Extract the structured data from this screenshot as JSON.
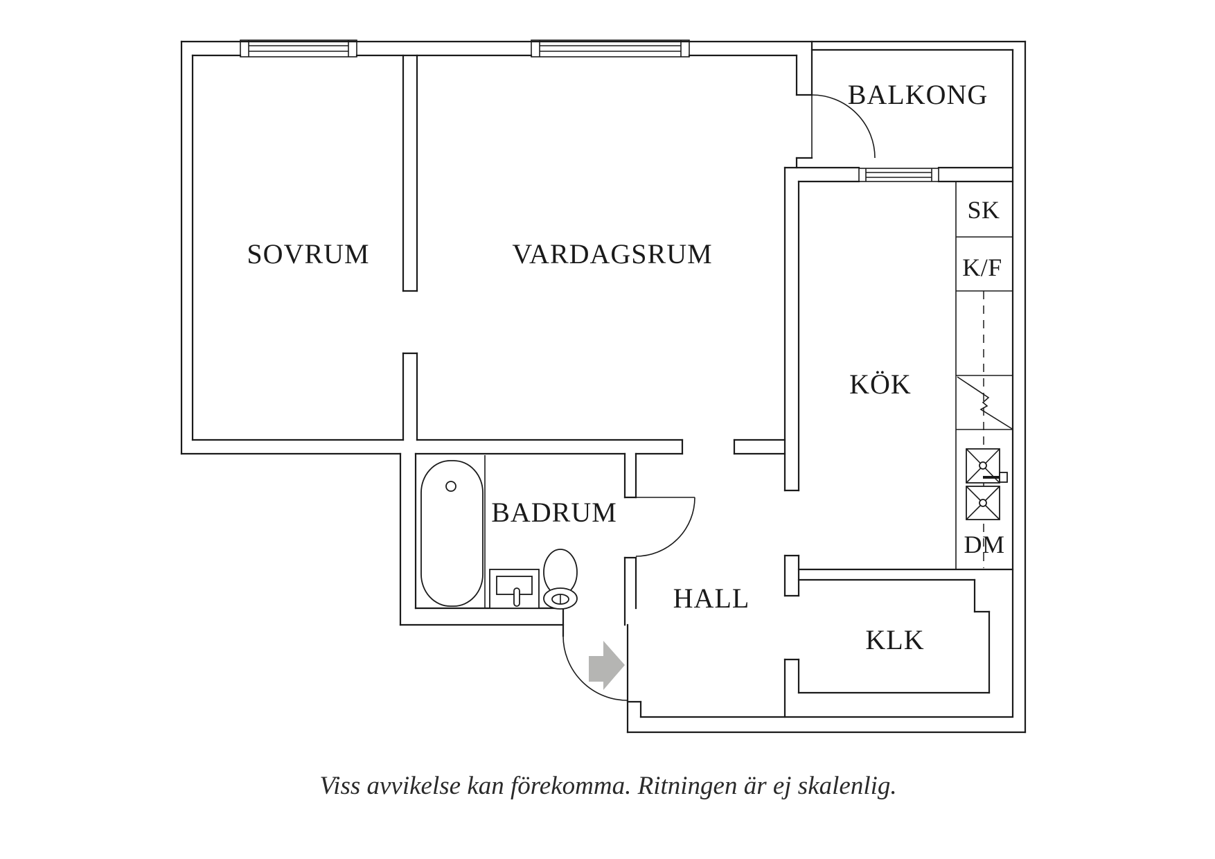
{
  "floorplan": {
    "labels": {
      "sovrum": "SOVRUM",
      "vardagsrum": "VARDAGSRUM",
      "balkong": "BALKONG",
      "kok": "KÖK",
      "sk": "SK",
      "kf": "K/F",
      "dm": "DM",
      "badrum": "BADRUM",
      "hall": "HALL",
      "klk": "KLK"
    },
    "caption": "Viss avvikelse kan förekomma. Ritningen är ej skalenlig.",
    "colors": {
      "line": "#1a1a1a",
      "arrow_fill": "#b5b5b3",
      "background": "#ffffff"
    }
  }
}
